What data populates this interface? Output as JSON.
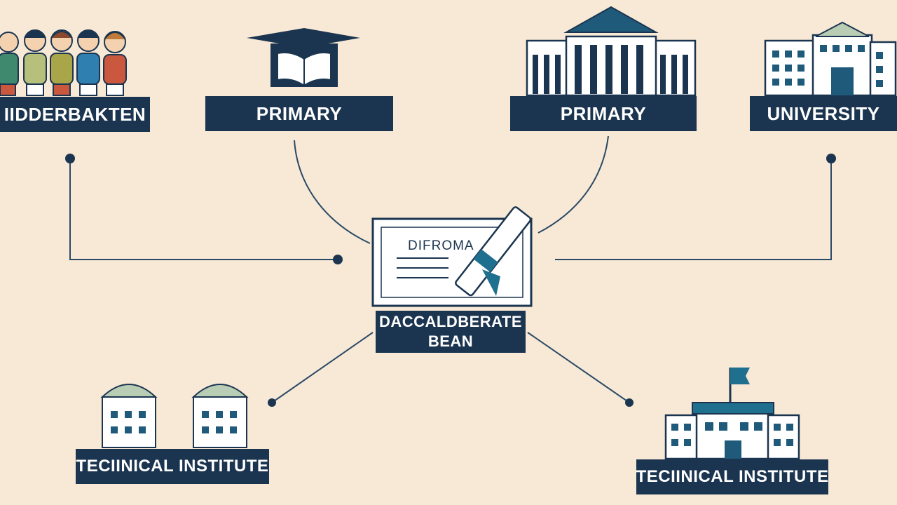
{
  "nodes": {
    "kindergarten": {
      "label": "IIDDERBAKTEN"
    },
    "primary_1": {
      "label": "PRIMARY"
    },
    "primary_2": {
      "label": "PRIMARY"
    },
    "university": {
      "label": "UNIVERSITY"
    },
    "center": {
      "label_line1": "DACCALDBERATE",
      "label_line2": "BEAN"
    },
    "technical_1": {
      "label": "TECIINICAL INSTITUTE"
    },
    "technical_2": {
      "label": "TECIINICAL INSTITUTE"
    }
  },
  "diploma": {
    "text": "DIFROMA"
  },
  "colors": {
    "background": "#f7e9d6",
    "label_fill": "#1b3550",
    "connector": "#2b4a66",
    "accent_teal": "#1f6f8f",
    "building_fill": "#ffffff",
    "dome": "#b9cdb5"
  }
}
